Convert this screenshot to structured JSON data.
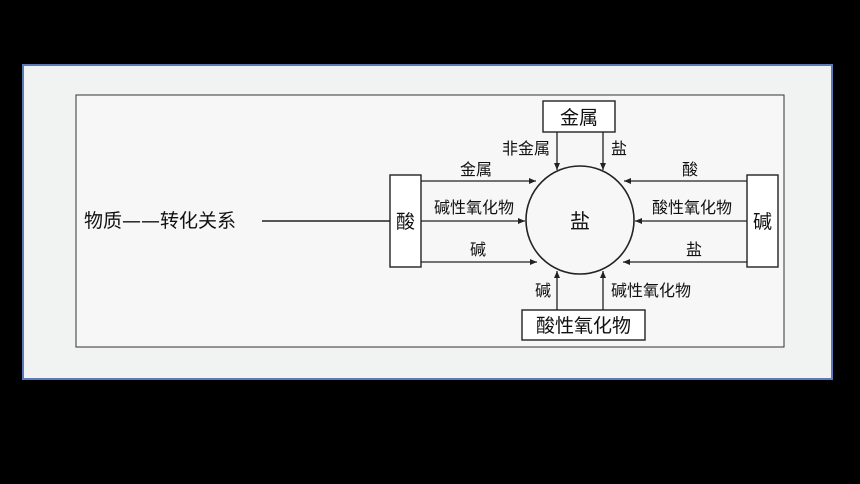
{
  "diagram": {
    "left_title": "物质——转化关系",
    "center": "盐",
    "top_box": "金属",
    "left_box": "酸",
    "right_box": "碱",
    "bottom_box": "酸性氧化物",
    "arrows": {
      "top_left": "非金属",
      "top_right": "盐",
      "left_top": "金属",
      "left_mid": "碱性氧化物",
      "left_bottom": "碱",
      "right_top": "酸",
      "right_mid": "酸性氧化物",
      "right_bottom": "盐",
      "bottom_left": "碱",
      "bottom_right": "碱性氧化物"
    }
  }
}
